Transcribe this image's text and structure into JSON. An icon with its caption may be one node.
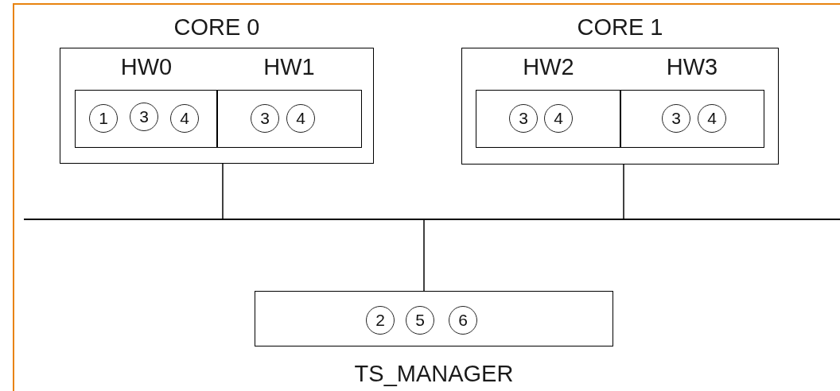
{
  "diagram": {
    "nodes": [
      {
        "text": [
          "CORE 0"
        ]
      },
      {
        "text": [
          "HW0"
        ],
        "in": 0
      },
      {
        "text": [
          "HW1"
        ],
        "in": 0
      },
      {
        "text": [
          "1"
        ],
        "in": 1
      },
      {
        "text": [
          "3"
        ],
        "in": 1
      },
      {
        "text": [
          "4"
        ],
        "in": 1
      },
      {
        "text": [
          "3"
        ],
        "in": 2
      },
      {
        "text": [
          "4"
        ],
        "in": 2
      },
      {
        "text": [
          "CORE 1"
        ]
      },
      {
        "text": [
          "HW2"
        ],
        "in": 8
      },
      {
        "text": [
          "HW3"
        ],
        "in": 8
      },
      {
        "text": [
          "3"
        ],
        "in": 9
      },
      {
        "text": [
          "4"
        ],
        "in": 9
      },
      {
        "text": [
          "3"
        ],
        "in": 10
      },
      {
        "text": [
          "4"
        ],
        "in": 10
      },
      {
        "text": [],
        "shape": "bar"
      },
      {
        "text": [
          "TS_MANAGER"
        ]
      },
      {
        "text": [
          "2"
        ],
        "in": 16
      },
      {
        "text": [
          "5"
        ],
        "in": 16
      },
      {
        "text": [
          "6"
        ],
        "in": 16
      }
    ],
    "edges": [
      {
        "from": 0,
        "to": 15,
        "arrow": "none"
      },
      {
        "from": 8,
        "to": 15,
        "arrow": "none"
      },
      {
        "from": 15,
        "to": 16,
        "arrow": "none"
      }
    ]
  }
}
